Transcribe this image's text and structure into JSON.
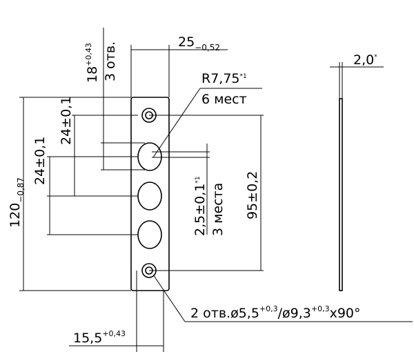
{
  "dims": {
    "width": {
      "value": "25",
      "tol": "−0,52"
    },
    "thickness": {
      "value": "2,0",
      "mark": "*"
    },
    "radius": {
      "value": "R7,75",
      "mark": "*1",
      "count": "6 мест"
    },
    "height": {
      "value": "120",
      "tol": "−0,87"
    },
    "holes_top": {
      "value": "18",
      "tol": "+0,43",
      "count": "3 отв."
    },
    "pitch_a": {
      "value": "24±0,1"
    },
    "pitch_b": {
      "value": "24±0,1"
    },
    "slot": {
      "value": "2,5±0,1",
      "mark": "*1",
      "count": "3 места"
    },
    "span": {
      "value": "95±0,2"
    },
    "edge": {
      "value": "15,5",
      "tol": "+0,43"
    },
    "mount_holes": {
      "prefix": "2 отв.",
      "d1": "ø5,5",
      "tol1": "+0,3",
      "sep": "/",
      "d2": "ø9,3",
      "tol2": "+0,3",
      "suffix": "x90°"
    }
  }
}
